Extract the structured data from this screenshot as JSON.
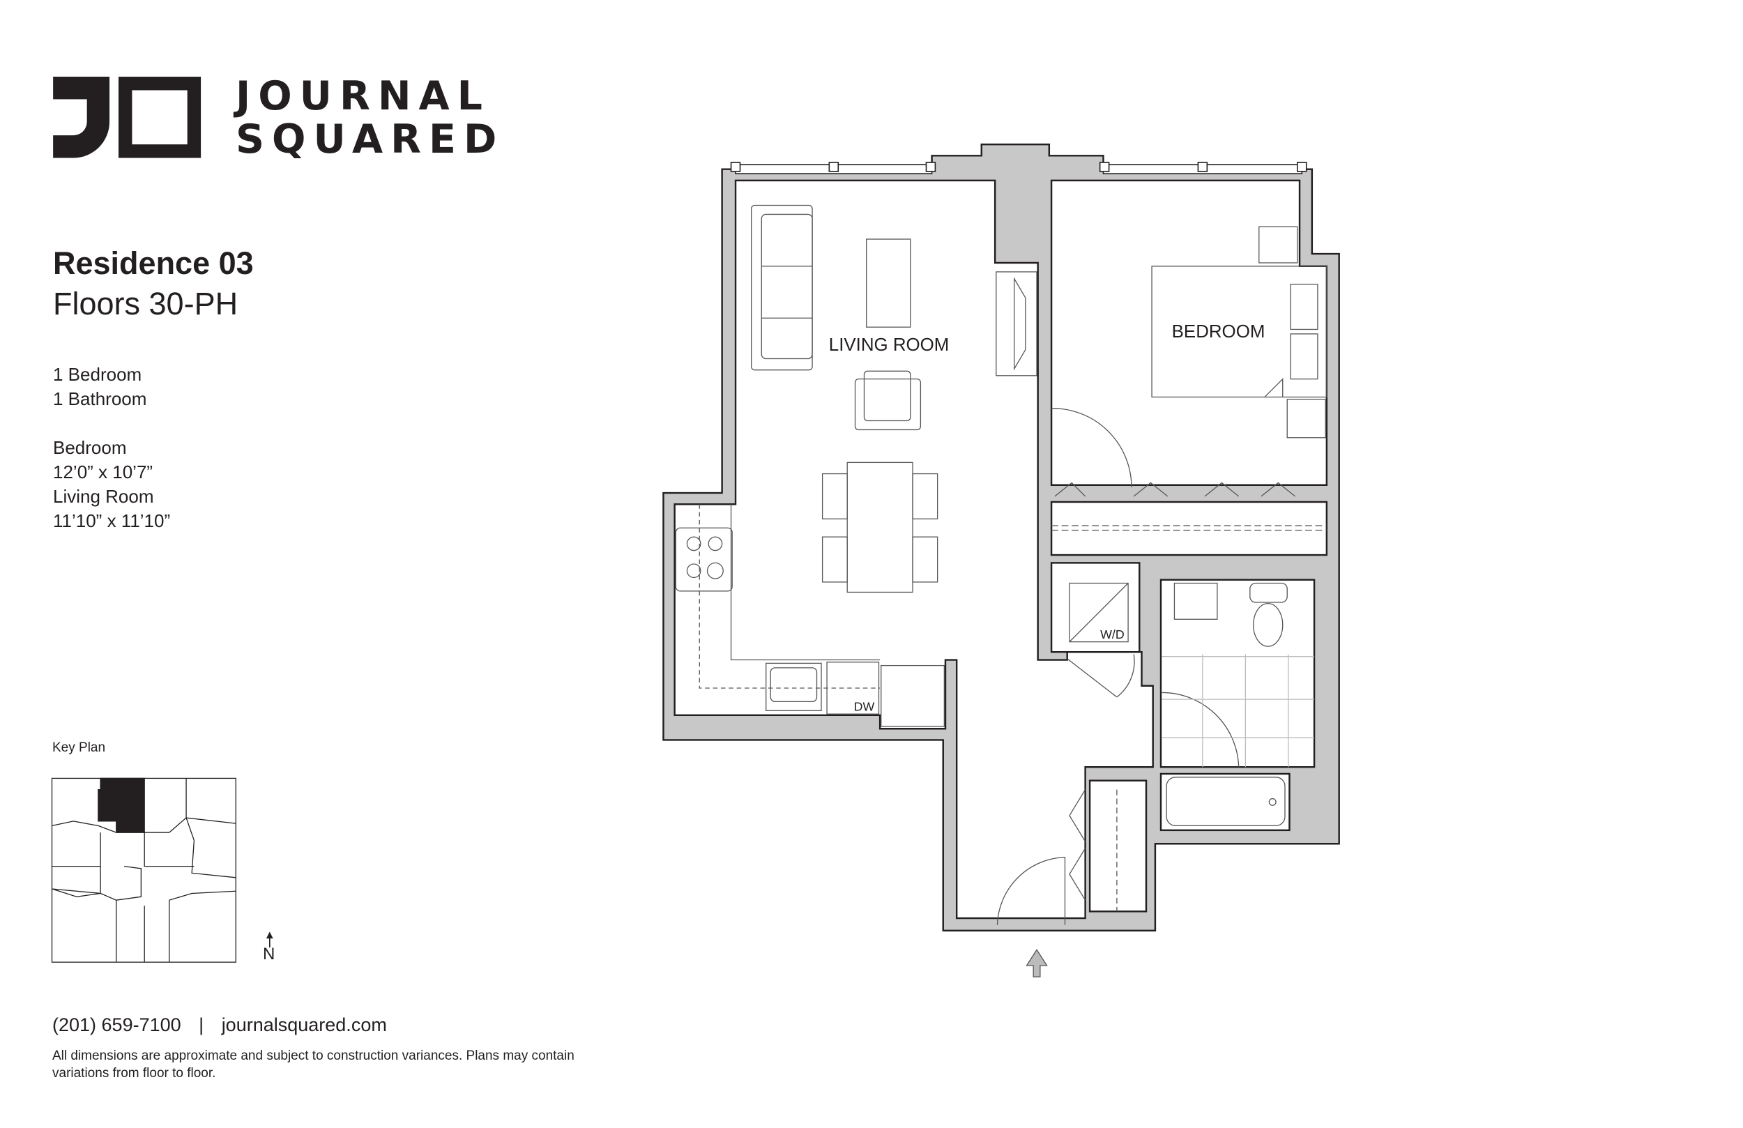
{
  "brand": {
    "line1": "JOURNAL",
    "line2": "SQUARED"
  },
  "residence": {
    "title": "Residence 03",
    "floors": "Floors 30-PH"
  },
  "specs": {
    "bedrooms": "1 Bedroom",
    "bathrooms": "1 Bathroom",
    "bedroom_label": "Bedroom",
    "bedroom_dims": "12’0” x 10’7”",
    "living_label": "Living Room",
    "living_dims": "11’10” x 11’10”"
  },
  "plan": {
    "living_room": "LIVING ROOM",
    "bedroom": "BEDROOM",
    "washer_dryer": "W/D",
    "dishwasher": "DW"
  },
  "key_plan": {
    "label": "Key Plan",
    "north": "N"
  },
  "footer": {
    "phone": "(201) 659-7100",
    "separator": "|",
    "website": "journalsquared.com",
    "disclaimer_1": "All dimensions are approximate and subject to construction variances. Plans may contain",
    "disclaimer_2": "variations from floor to floor."
  },
  "colors": {
    "text": "#231f20",
    "wall": "#c8c8c8",
    "line": "#231f20"
  }
}
